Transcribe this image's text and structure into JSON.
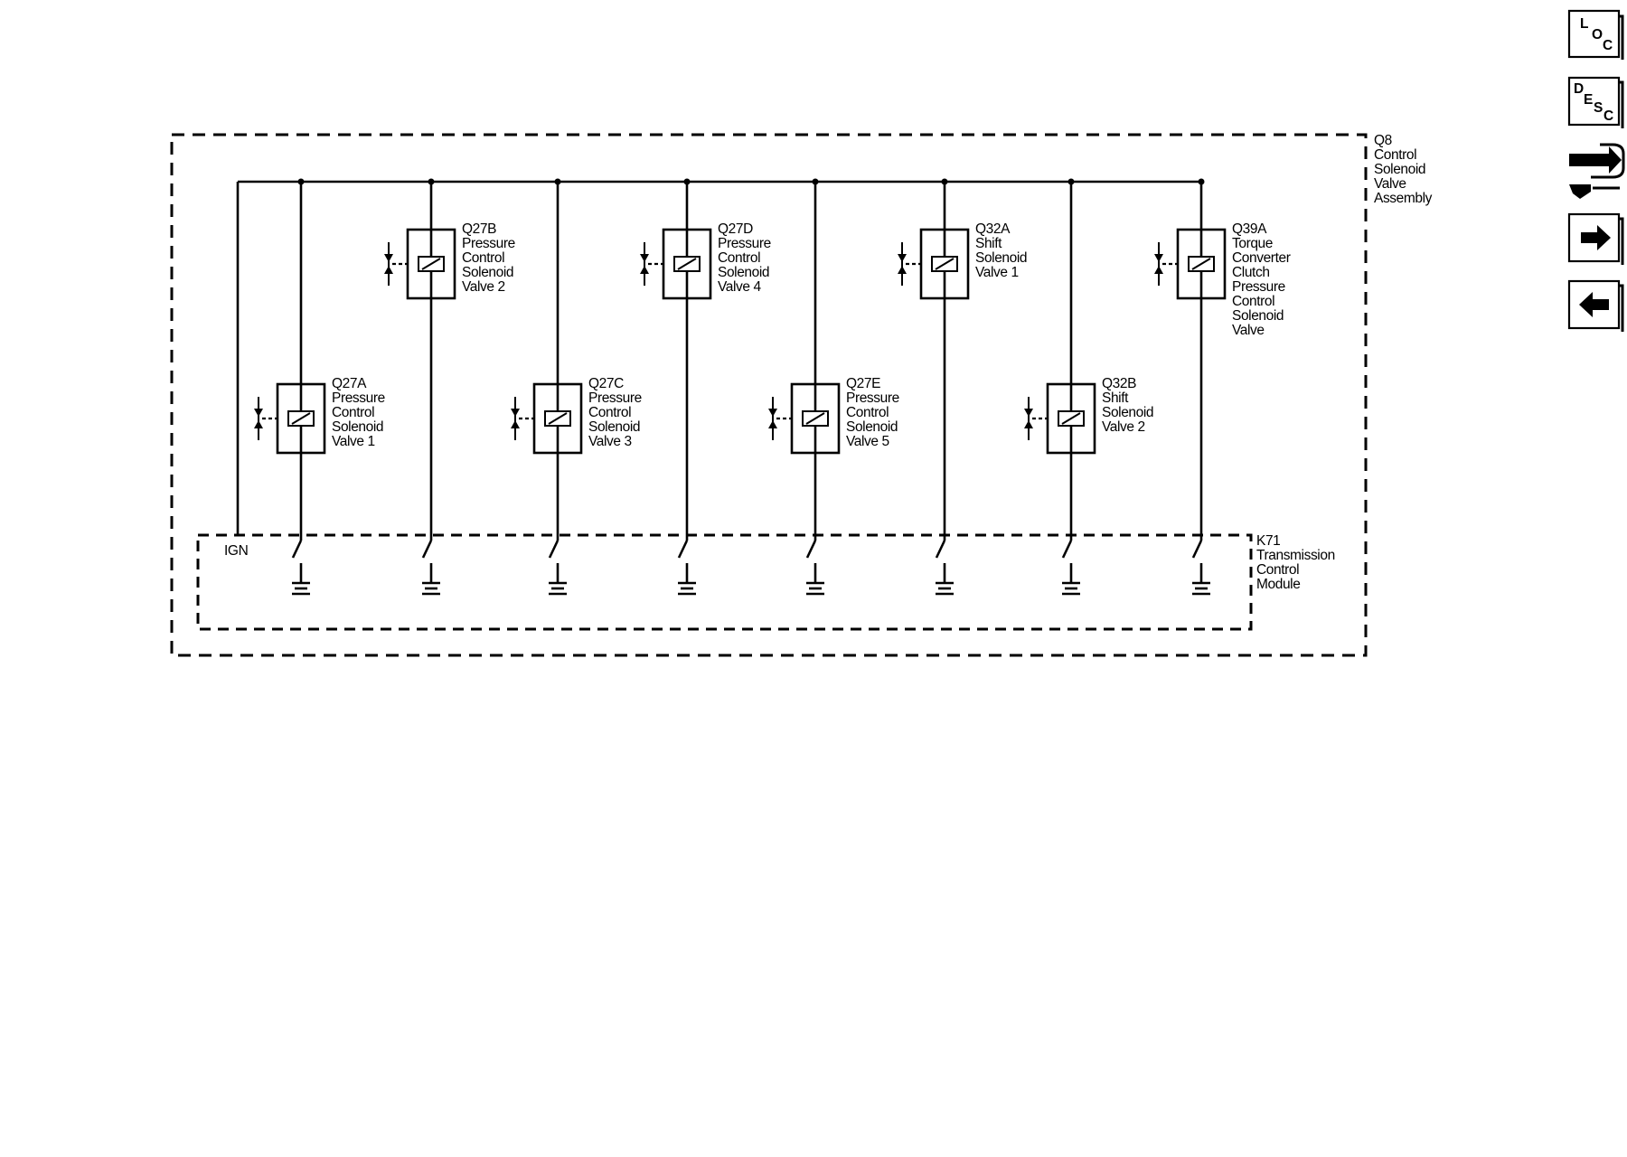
{
  "modules": {
    "assembly": {
      "id": "Q8",
      "name": [
        "Control",
        "Solenoid",
        "Valve",
        "Assembly"
      ]
    },
    "tcm": {
      "id": "K71",
      "name": [
        "Transmission",
        "Control",
        "Module"
      ],
      "ign_label": "IGN"
    }
  },
  "solenoids": [
    {
      "id": "Q27A",
      "name": [
        "Pressure",
        "Control",
        "Solenoid",
        "Valve 1"
      ]
    },
    {
      "id": "Q27B",
      "name": [
        "Pressure",
        "Control",
        "Solenoid",
        "Valve 2"
      ]
    },
    {
      "id": "Q27C",
      "name": [
        "Pressure",
        "Control",
        "Solenoid",
        "Valve 3"
      ]
    },
    {
      "id": "Q27D",
      "name": [
        "Pressure",
        "Control",
        "Solenoid",
        "Valve 4"
      ]
    },
    {
      "id": "Q27E",
      "name": [
        "Pressure",
        "Control",
        "Solenoid",
        "Valve 5"
      ]
    },
    {
      "id": "Q32A",
      "name": [
        "Shift",
        "Solenoid",
        "Valve 1"
      ]
    },
    {
      "id": "Q32B",
      "name": [
        "Shift",
        "Solenoid",
        "Valve 2"
      ]
    },
    {
      "id": "Q39A",
      "name": [
        "Torque",
        "Converter",
        "Clutch",
        "Pressure",
        "Control",
        "Solenoid",
        "Valve"
      ]
    }
  ],
  "nav": {
    "loc": [
      "L",
      "O",
      "C"
    ],
    "desc": [
      "D",
      "E",
      "S",
      "C"
    ],
    "icons": [
      "connector-icon",
      "arrow-right-icon",
      "arrow-left-icon"
    ]
  }
}
